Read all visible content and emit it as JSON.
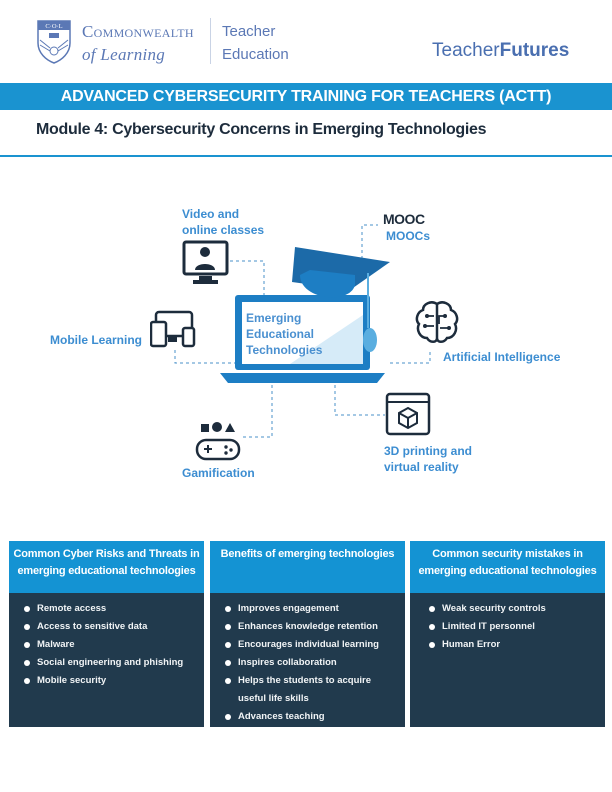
{
  "header": {
    "logo_lines": [
      "C·O·L",
      "Commonwealth",
      "of Learning"
    ],
    "col_line1": "Commonwealth",
    "col_line2": "of Learning",
    "teacher": "Teacher",
    "education": "Education",
    "tf_light": "Teacher",
    "tf_bold": "Futures"
  },
  "banner": "ADVANCED CYBERSECURITY TRAINING FOR TEACHERS (ACTT)",
  "module_title": "Module 4: Cybersecurity Concerns in Emerging Technologies",
  "diagram": {
    "center": [
      "Emerging",
      "Educational",
      "Technologies"
    ],
    "video": [
      "Video and",
      "online classes"
    ],
    "mooc_logo": "MOOC",
    "moocs": "MOOCs",
    "mobile": "Mobile Learning",
    "ai": "Artificial Intelligence",
    "gamification": "Gamification",
    "printing": [
      "3D printing and",
      "virtual reality"
    ]
  },
  "columns": [
    {
      "title": "Common Cyber Risks and Threats in emerging educational technologies",
      "items": [
        "Remote access",
        "Access to sensitive data",
        "Malware",
        "Social engineering and phishing",
        "Mobile security"
      ]
    },
    {
      "title": "Benefits of emerging technologies",
      "items": [
        "Improves engagement",
        "Enhances knowledge retention",
        "Encourages individual learning",
        "Inspires collaboration",
        "Helps the students to acquire useful life skills",
        "Advances teaching"
      ]
    },
    {
      "title": "Common security mistakes in emerging educational technologies",
      "items": [
        "Weak security controls",
        "Limited IT personnel",
        "Human Error"
      ]
    }
  ],
  "colors": {
    "accent": "#1a93d0",
    "dark": "#213a4d",
    "label": "#3c8dd1"
  }
}
